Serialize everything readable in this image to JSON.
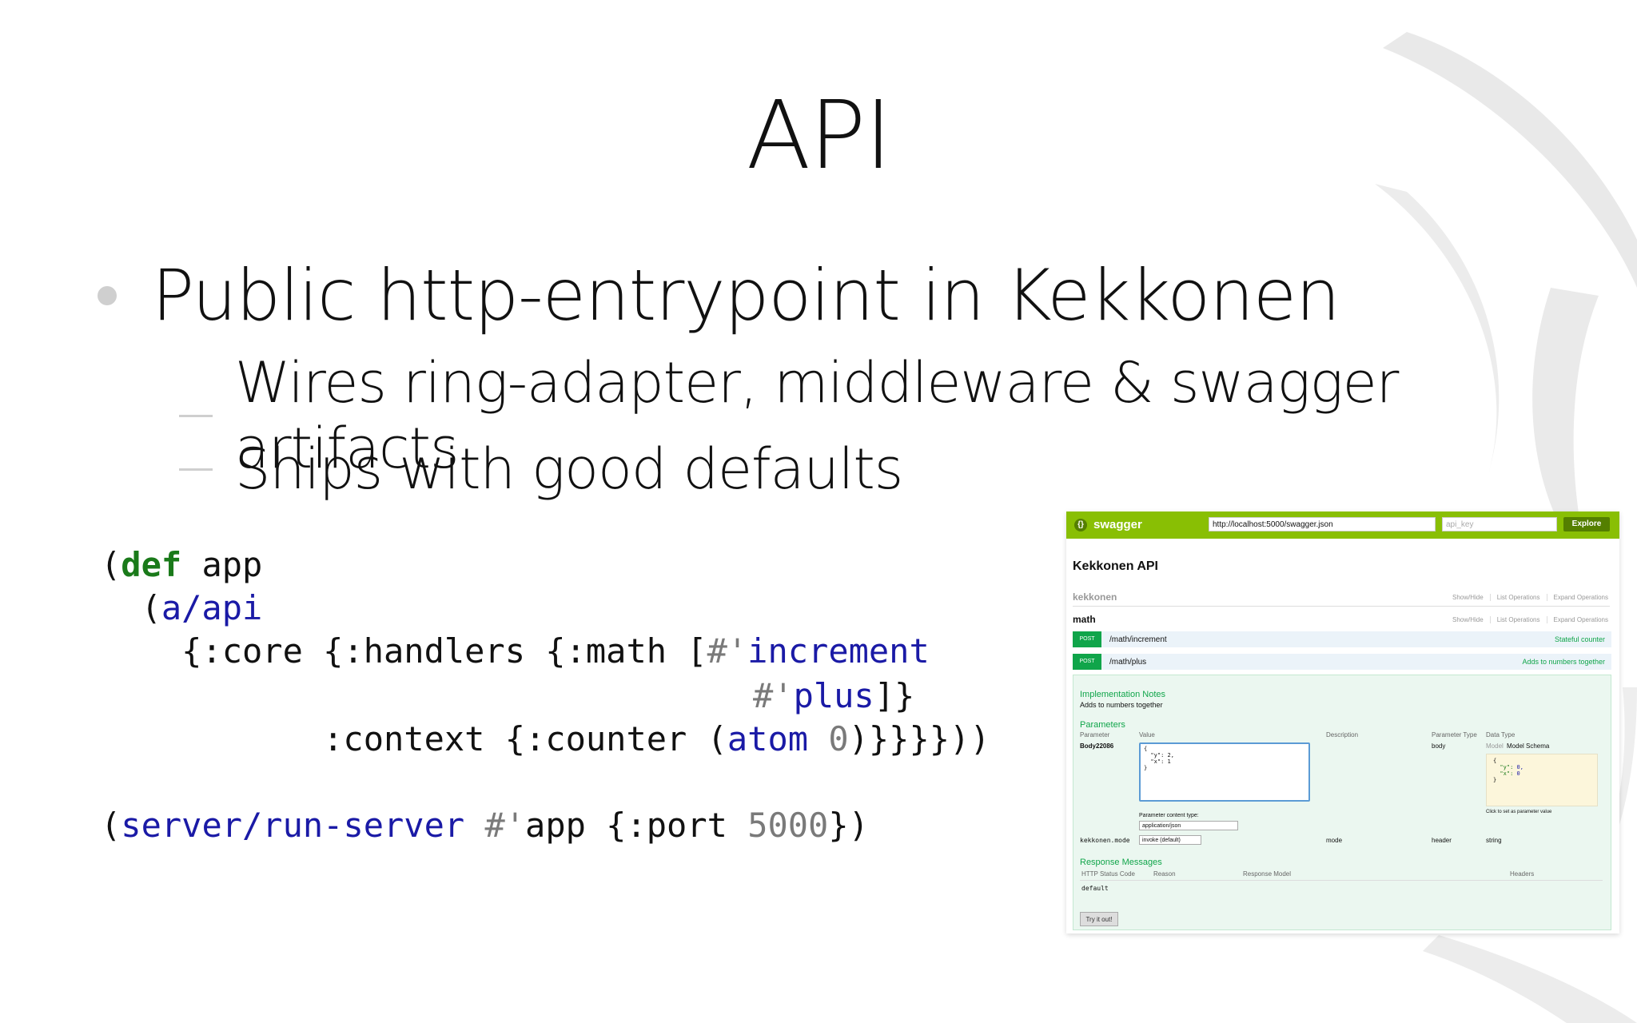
{
  "slide": {
    "title": "API",
    "bullet": "Public http-entrypoint in Kekkonen",
    "subbullets": [
      "Wires ring-adapter, middleware & swagger artifacts",
      "Ships with good defaults"
    ]
  },
  "code": {
    "line1": {
      "open": "(",
      "kw": "def",
      "rest": " app"
    },
    "line2": {
      "indent": "  (",
      "fn": "a/api"
    },
    "line3": {
      "text1": "    {:core {:handlers {:math [",
      "hash": "#'",
      "fn": "increment"
    },
    "line4": {
      "hash": "#'",
      "fn": "plus",
      "close": "]}"
    },
    "line5": {
      "text1": "           :context {:counter (",
      "fn": "atom",
      "num": " 0",
      "close": ")}}}}))"
    },
    "line6": {
      "open": "(",
      "fn": "server/run-server",
      "hash": " #'",
      "rest": "app {:port ",
      "num": "5000",
      "close": "})"
    }
  },
  "swagger": {
    "brand": "swagger",
    "url": "http://localhost:5000/swagger.json",
    "api_key_placeholder": "api_key",
    "explore": "Explore",
    "api_title": "Kekkonen API",
    "section1": "kekkonen",
    "section2": "math",
    "links": [
      "Show/Hide",
      "List Operations",
      "Expand Operations"
    ],
    "ops": [
      {
        "method": "POST",
        "path": "/math/increment",
        "desc": "Stateful counter"
      },
      {
        "method": "POST",
        "path": "/math/plus",
        "desc": "Adds to numbers together"
      }
    ],
    "impl_title": "Implementation Notes",
    "impl_text": "Adds to numbers together",
    "params_title": "Parameters",
    "param_cols": [
      "Parameter",
      "Value",
      "Description",
      "Parameter Type",
      "Data Type"
    ],
    "body_param": "Body22086",
    "body_value": "{\n  \"y\": 2,\n  \"x\": 1\n}",
    "body_type": "body",
    "content_type_label": "Parameter content type:",
    "content_type_value": "application/json",
    "model_tab": "Model",
    "model_schema_tab": "Model Schema",
    "schema_open": "{",
    "schema_y_key": "  \"y\": ",
    "schema_y_val": "0,",
    "schema_x_key": "  \"x\": ",
    "schema_x_val": "0",
    "schema_close": "}",
    "schema_hint": "Click to set as parameter value",
    "mode_param": "kekkonen.mode",
    "mode_value": "invoke (default)",
    "mode_desc": "mode",
    "mode_type": "header",
    "mode_dtype": "string",
    "resp_title": "Response Messages",
    "resp_cols": [
      "HTTP Status Code",
      "Reason",
      "Response Model",
      "Headers"
    ],
    "resp_default": "default",
    "try_button": "Try it out!"
  }
}
